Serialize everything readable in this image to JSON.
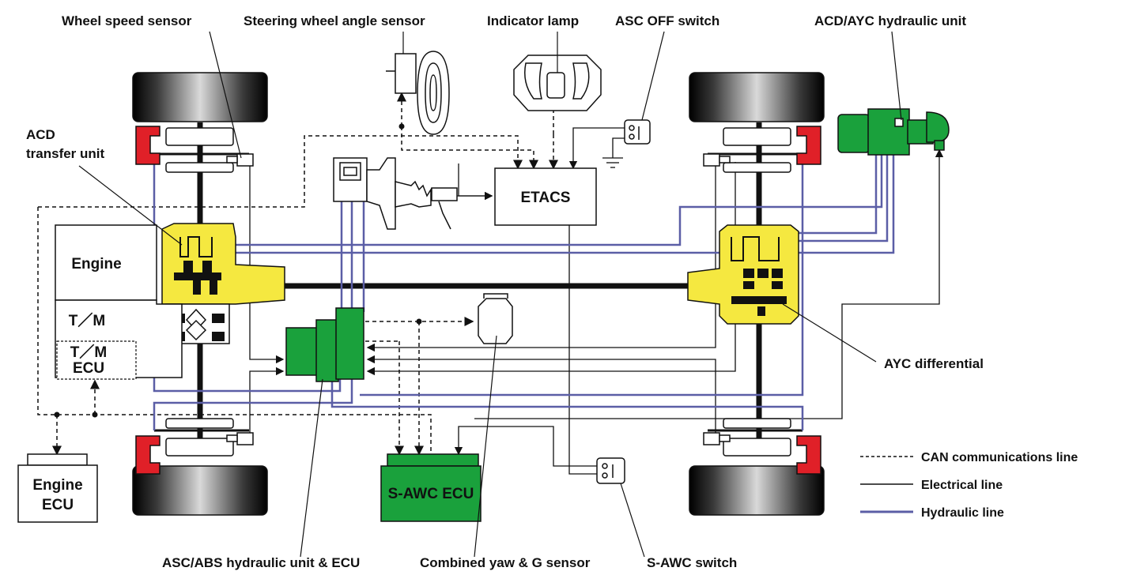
{
  "labels": {
    "wheel_speed_sensor": "Wheel speed sensor",
    "steering_angle_sensor": "Steering wheel angle sensor",
    "indicator_lamp": "Indicator lamp",
    "asc_off_switch": "ASC OFF switch",
    "acd_ayc_unit": "ACD/AYC hydraulic unit",
    "acd_transfer_line1": "ACD",
    "acd_transfer_line2": "transfer unit",
    "ayc_differential": "AYC differential",
    "asc_abs_unit": "ASC/ABS hydraulic unit & ECU",
    "yaw_g_sensor": "Combined yaw & G sensor",
    "s_awc_switch": "S-AWC switch"
  },
  "blocks": {
    "engine": "Engine",
    "tm": "T／M",
    "tm_ecu_line1": "T／M",
    "tm_ecu_line2": "ECU",
    "engine_ecu_line1": "Engine",
    "engine_ecu_line2": "ECU",
    "etacs": "ETACS",
    "s_awc_ecu": "S-AWC ECU"
  },
  "legend": {
    "can": "CAN communications line",
    "electrical": "Electrical line",
    "hydraulic": "Hydraulic line"
  },
  "colors": {
    "hydraulic": "#5b5ea6",
    "green_unit": "#1aa13c",
    "brake_red": "#e02028",
    "diff_yellow": "#f5e840",
    "line": "#111111"
  }
}
